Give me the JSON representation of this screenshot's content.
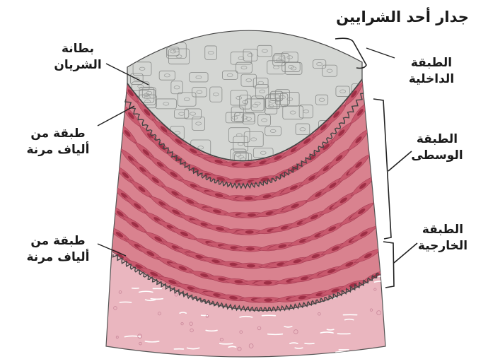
{
  "title": "جدار أحد الشرايين",
  "labels": {
    "lining": {
      "line1": "بطانة",
      "line2": "الشريان"
    },
    "elastic_upper": {
      "line1": "طبقة من",
      "line2": "ألياف مرنة"
    },
    "elastic_lower": {
      "line1": "طبقة من",
      "line2": "ألياف مرنة"
    },
    "inner_layer": {
      "line1": "الطبقة",
      "line2": "الداخلية"
    },
    "middle_layer": {
      "line1": "الطبقة",
      "line2": "الوسطى"
    },
    "outer_layer": {
      "line1": "الطبقة",
      "line2": "الخارجية"
    }
  },
  "colors": {
    "endothelium": "#d4d6d3",
    "media": "#d9828f",
    "media_cell": "#c8586d",
    "nucleus": "#9e2f46",
    "adventitia": "#eab6bf",
    "outline": "#333333"
  }
}
